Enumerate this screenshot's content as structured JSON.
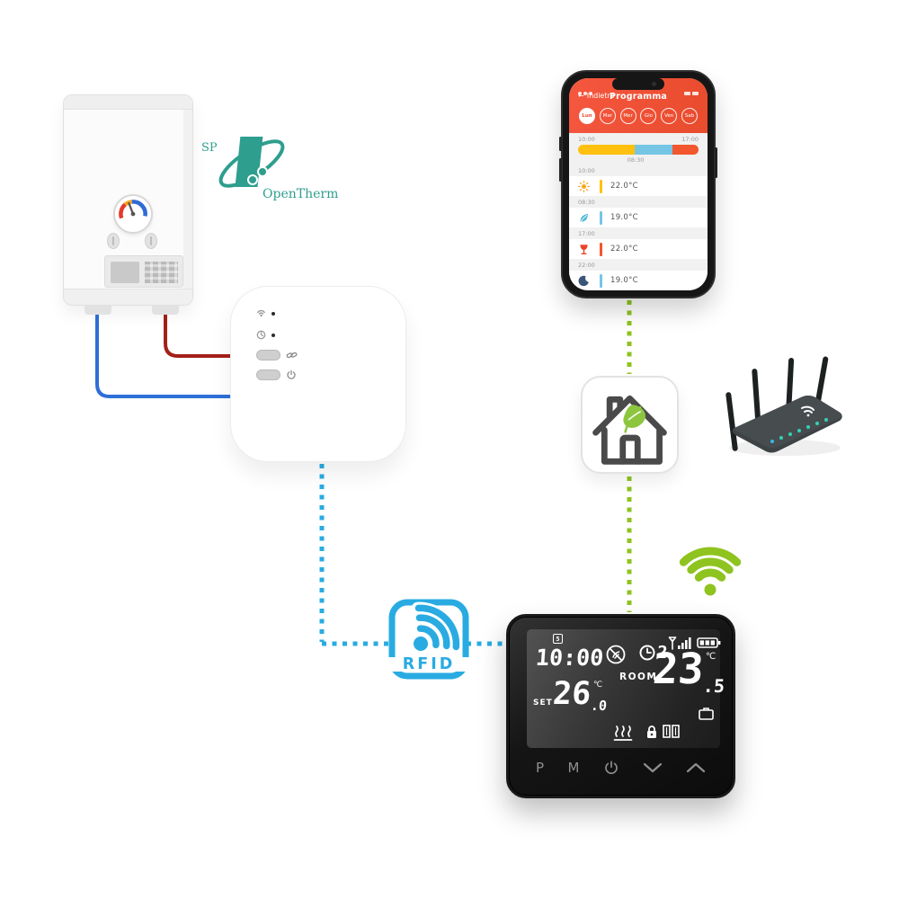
{
  "colors": {
    "rfid_cyan": "#29ABE2",
    "wifi_green": "#8FC31F",
    "app_orange": "#EF4E33",
    "opentherm_teal": "#2E9E8E",
    "wire_red": "#A32019",
    "wire_blue": "#2E6FD8"
  },
  "icons": {
    "back_arrow": "←"
  },
  "opentherm": {
    "prefix": "SP",
    "name": "OpenTherm",
    "reg": "®"
  },
  "phone": {
    "header": {
      "back_label": "Indietro",
      "title": "Programma"
    },
    "days": [
      {
        "label": "Lun",
        "selected": true
      },
      {
        "label": "Mar",
        "selected": false
      },
      {
        "label": "Mer",
        "selected": false
      },
      {
        "label": "Gio",
        "selected": false
      },
      {
        "label": "Ven",
        "selected": false
      },
      {
        "label": "Sab",
        "selected": false
      }
    ],
    "timeline": {
      "start_label": "10:00",
      "end_label": "17:00",
      "mid_label": "08:30",
      "segments": [
        {
          "color": "#FFC010",
          "percent": 47
        },
        {
          "color": "#74C6E4",
          "percent": 31
        },
        {
          "color": "#F2572D",
          "percent": 22
        }
      ]
    },
    "schedule": [
      {
        "time": "10:00",
        "icon": "sun",
        "bar_color": "#FFC010",
        "temp": "22.0°C"
      },
      {
        "time": "08:30",
        "icon": "leaf",
        "bar_color": "#74C6E4",
        "temp": "19.0°C"
      },
      {
        "time": "17:00",
        "icon": "glass",
        "bar_color": "#F2572D",
        "temp": "22.0°C"
      },
      {
        "time": "22:00",
        "icon": "moon",
        "bar_color": "#74C6E4",
        "temp": "19.0°C"
      }
    ]
  },
  "rfid": {
    "label": "RFID"
  },
  "thermostat": {
    "day_indicator": "5",
    "time": "10:00",
    "period": "2",
    "set": {
      "label": "SET",
      "value": "26",
      "decimal": ".0",
      "unit": "℃"
    },
    "room": {
      "label": "ROOM",
      "value": "23",
      "decimal": ".5",
      "unit": "℃"
    },
    "buttons": {
      "program": "P",
      "mode": "M"
    }
  }
}
